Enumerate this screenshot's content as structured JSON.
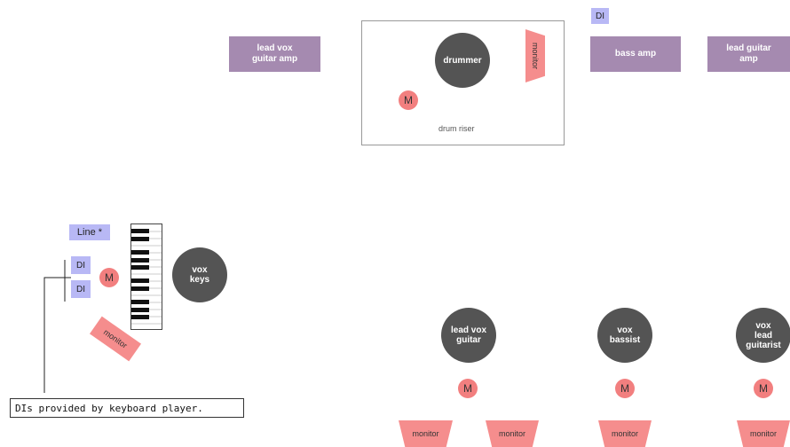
{
  "amps": {
    "lead_vox_guitar_amp": "lead vox\nguitar amp",
    "bass_amp": "bass amp",
    "lead_guitar_amp": "lead guitar\namp"
  },
  "di_label": "DI",
  "drum_riser": {
    "label": "drum riser",
    "drummer": "drummer",
    "monitor": "monitor",
    "mic": "M"
  },
  "keys_area": {
    "line_label": "Line *",
    "di_top": "DI",
    "di_bottom": "DI",
    "mic": "M",
    "player": "vox\nkeys",
    "monitor": "monitor"
  },
  "front_players": [
    {
      "label": "lead vox\nguitar",
      "mic": "M"
    },
    {
      "label": "vox\nbassist",
      "mic": "M"
    },
    {
      "label": "vox\nlead\nguitarist",
      "mic": "M"
    }
  ],
  "front_monitors": [
    "monitor",
    "monitor",
    "monitor",
    "monitor"
  ],
  "note": "DIs provided by keyboard player.",
  "colors": {
    "amp": "#a58ab0",
    "player": "#545454",
    "mic": "#f27f7f",
    "monitor": "#f58d8d",
    "di": "#b8b8f5"
  }
}
